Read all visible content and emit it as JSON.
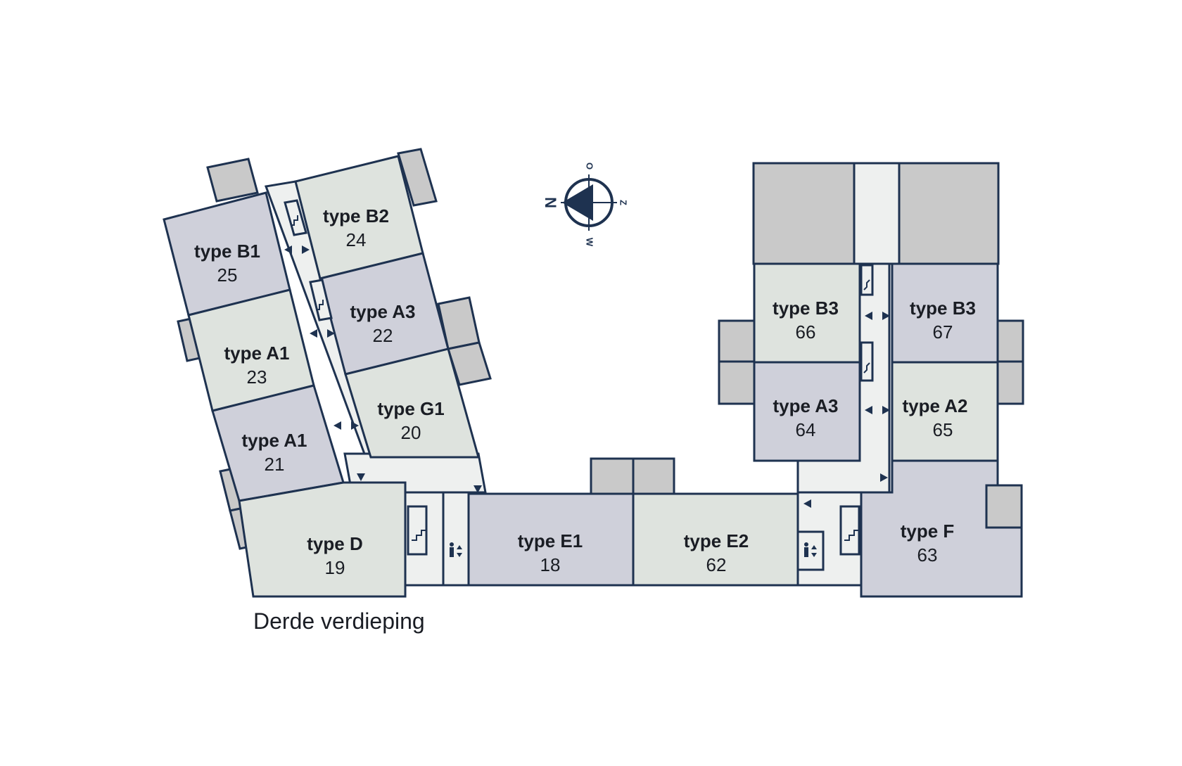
{
  "floor_label": "Derde verdieping",
  "compass": {
    "north": "N",
    "east": "O",
    "south": "Z",
    "west": "W"
  },
  "colors": {
    "outline": "#1e3250",
    "unit_light": "#dee3de",
    "unit_dark": "#cfd0da",
    "balcony": "#c9c9c9",
    "corridor": "#eef0ef",
    "icon": "#1e3250"
  },
  "units": [
    {
      "type": "type B1",
      "number": "25"
    },
    {
      "type": "type B2",
      "number": "24"
    },
    {
      "type": "type A3",
      "number": "22"
    },
    {
      "type": "type A1",
      "number": "23"
    },
    {
      "type": "type G1",
      "number": "20"
    },
    {
      "type": "type A1",
      "number": "21"
    },
    {
      "type": "type D",
      "number": "19"
    },
    {
      "type": "type E1",
      "number": "18"
    },
    {
      "type": "type E2",
      "number": "62"
    },
    {
      "type": "type B3",
      "number": "66"
    },
    {
      "type": "type B3",
      "number": "67"
    },
    {
      "type": "type A3",
      "number": "64"
    },
    {
      "type": "type A2",
      "number": "65"
    },
    {
      "type": "type F",
      "number": "63"
    }
  ],
  "icons": [
    "stairs-icon",
    "elevator-icon",
    "entrance-arrow-icon",
    "compass-icon"
  ]
}
